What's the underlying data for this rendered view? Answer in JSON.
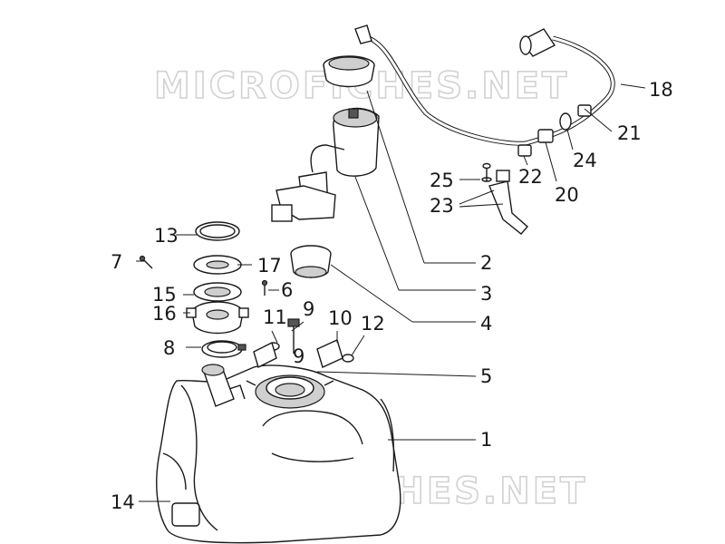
{
  "watermark": "MICROFICHES.NET",
  "callouts": {
    "c1": "1",
    "c2": "2",
    "c3": "3",
    "c4": "4",
    "c5": "5",
    "c6": "6",
    "c7": "7",
    "c8": "8",
    "c9a": "9",
    "c9b": "9",
    "c10": "10",
    "c11": "11",
    "c12": "12",
    "c13": "13",
    "c14": "14",
    "c15": "15",
    "c16": "16",
    "c17": "17",
    "c18": "18",
    "c20": "20",
    "c21": "21",
    "c22": "22",
    "c23": "23",
    "c24": "24",
    "c25": "25"
  }
}
